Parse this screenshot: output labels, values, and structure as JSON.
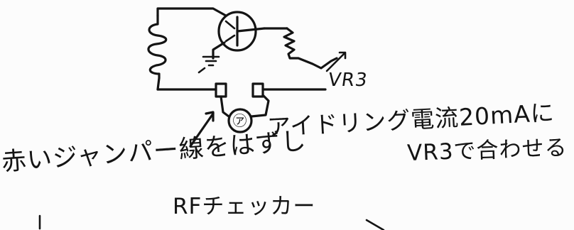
{
  "note": {
    "vr3_label": "VR3",
    "ammeter_symbol": "㋐",
    "idle_current_text": "アイドリング電流20mAに",
    "vr3_adjust_text": "VR3で合わせる",
    "jumper_text": "赤いジャンパー線をはずし",
    "rf_checker_text": "RFチェッカー"
  }
}
